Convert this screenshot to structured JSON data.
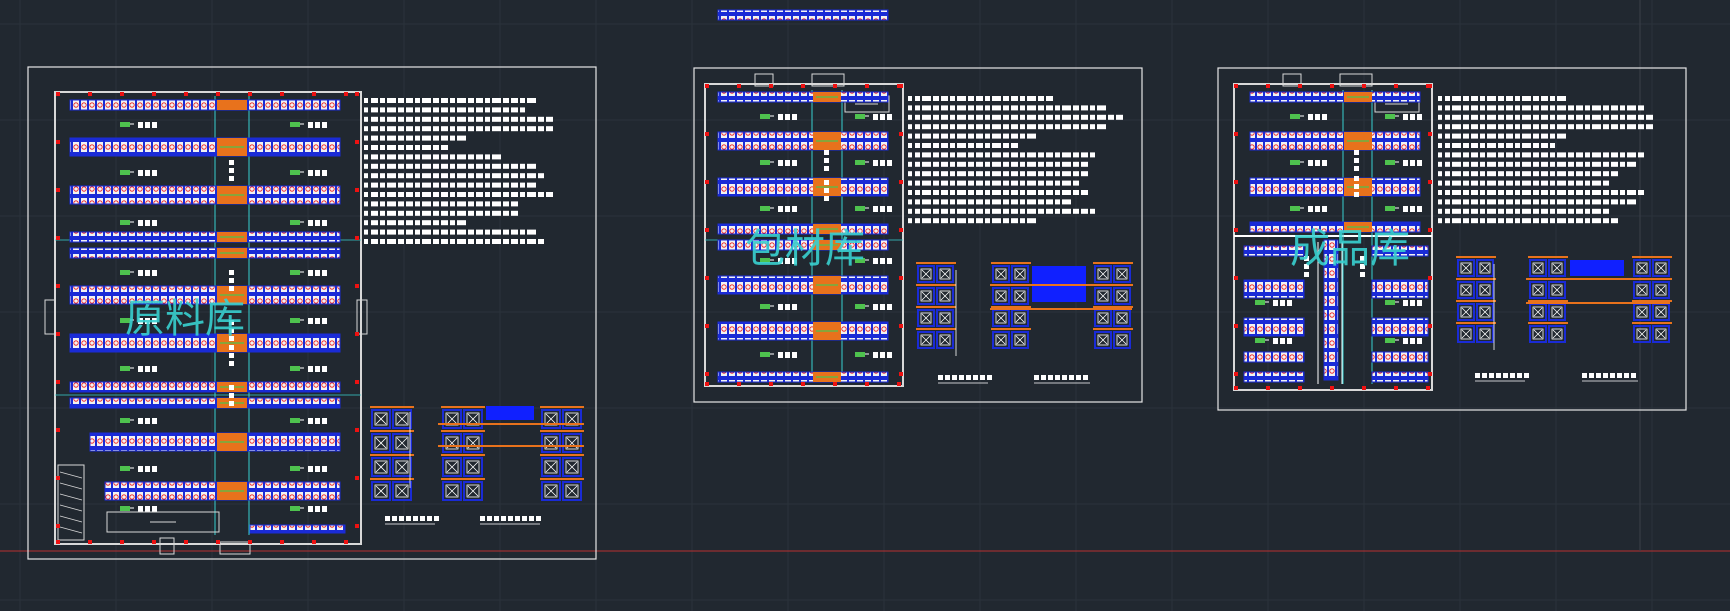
{
  "colors": {
    "background": "#212830",
    "grid": "#2b323b",
    "frame": "#e6e6e6",
    "wall": "#d8d8d8",
    "rack_blue": "#1a2bd6",
    "rack_white": "#f2f2f2",
    "rack_orange": "#e8721c",
    "dock_blue": "#1020ff",
    "cyan": "#38d0d0",
    "green": "#4ec24e",
    "red": "#e11",
    "axis_red": "#b83030",
    "note_text": "#ffffff"
  },
  "sheets": [
    {
      "id": "raw",
      "title": "原料库"
    },
    {
      "id": "pack",
      "title": "包材库"
    },
    {
      "id": "finished",
      "title": "成品库"
    }
  ],
  "icons": [
    "forklift-icon",
    "pallet-icon"
  ]
}
